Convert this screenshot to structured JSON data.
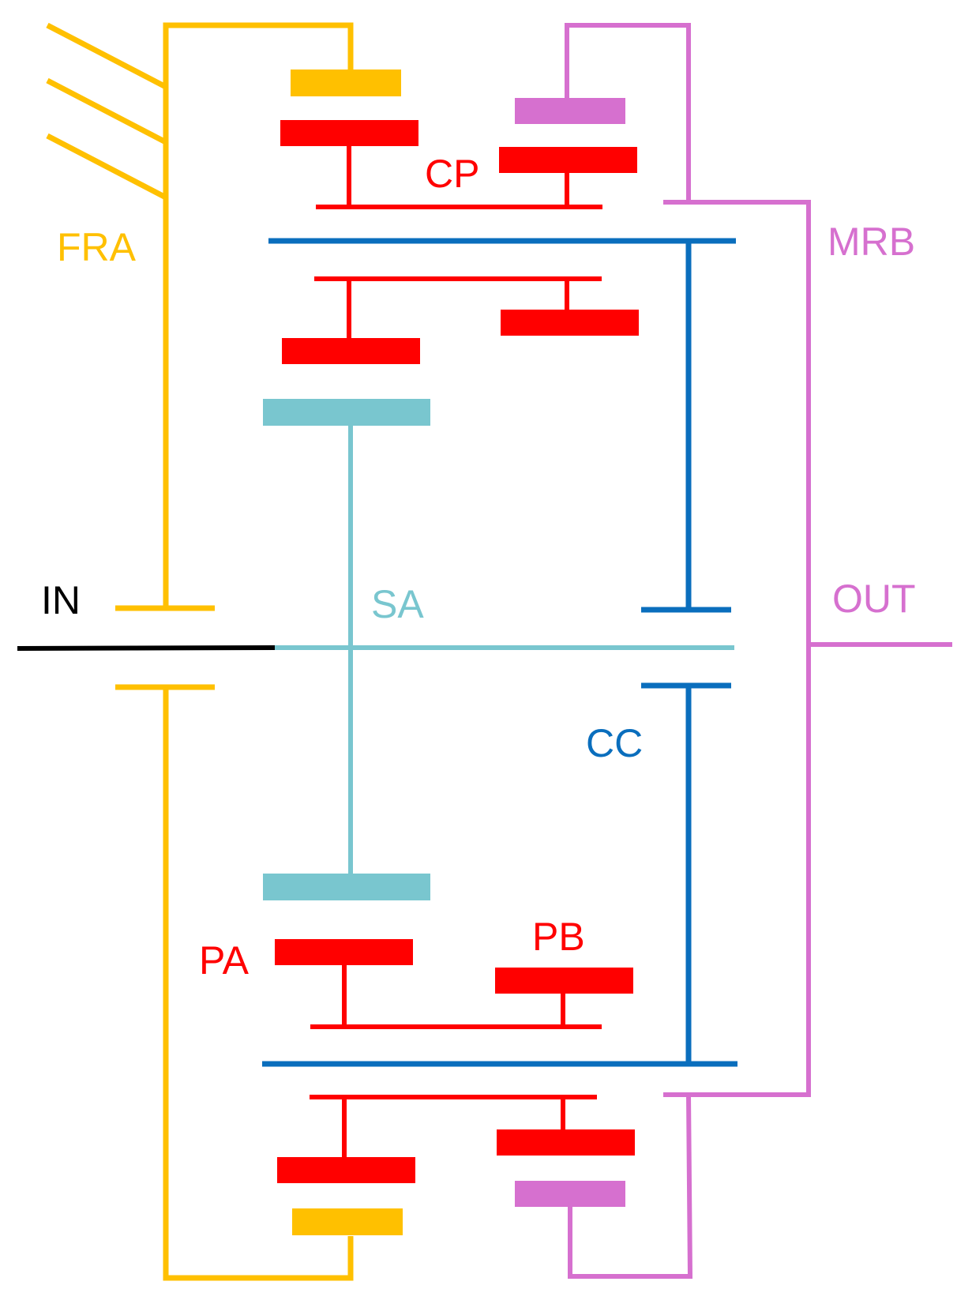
{
  "colors": {
    "frame": "#FFC000",
    "ring": "#D670CF",
    "carrier": "#0A6EBD",
    "sun": "#79C6CF",
    "planet": "#FF0000",
    "input": "#000000"
  },
  "labels": {
    "fra": "FRA",
    "cp": "CP",
    "mrb": "MRB",
    "in": "IN",
    "sa": "SA",
    "out": "OUT",
    "cc": "CC",
    "pa": "PA",
    "pb": "PB"
  }
}
